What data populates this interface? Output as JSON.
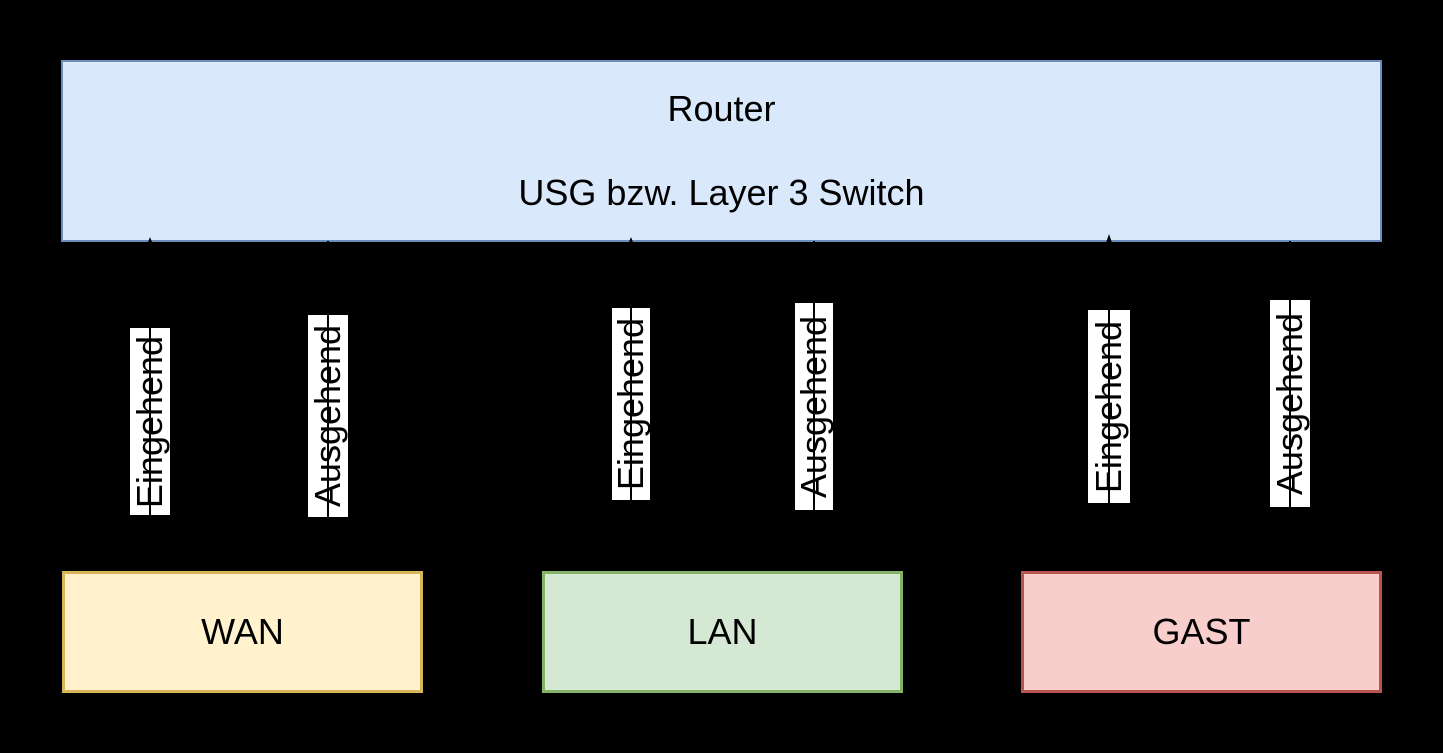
{
  "diagram": {
    "type": "network-firewall-zones-diagram",
    "background_color": "#000000",
    "router": {
      "title": "Router",
      "subtitle": "USG bzw. Layer 3 Switch",
      "fill": "#dae8fc",
      "stroke": "#6c8ebf",
      "text_color": "#000000"
    },
    "zones": [
      {
        "label": "WAN",
        "fill": "#fff2cc",
        "stroke": "#d6b656"
      },
      {
        "label": "LAN",
        "fill": "#d5e8d4",
        "stroke": "#82b366"
      },
      {
        "label": "GAST",
        "fill": "#f8cecc",
        "stroke": "#b85450"
      }
    ],
    "flow_labels": [
      {
        "zone": "WAN",
        "direction": "eingehend",
        "text": "Eingehend"
      },
      {
        "zone": "WAN",
        "direction": "ausgehend",
        "text": "Ausgehend"
      },
      {
        "zone": "LAN",
        "direction": "eingehend",
        "text": "Eingehend"
      },
      {
        "zone": "LAN",
        "direction": "ausgehend",
        "text": "Ausgehend"
      },
      {
        "zone": "GAST",
        "direction": "eingehend",
        "text": "Eingehend"
      },
      {
        "zone": "GAST",
        "direction": "ausgehend",
        "text": "Ausgehend"
      }
    ],
    "connectors": {
      "line_color": "#000000",
      "label_background": "#ffffff",
      "label_text_color": "#000000",
      "eingehend_arrow_direction": "up-into-router",
      "ausgehend_arrow_direction": "down-into-zone"
    }
  }
}
